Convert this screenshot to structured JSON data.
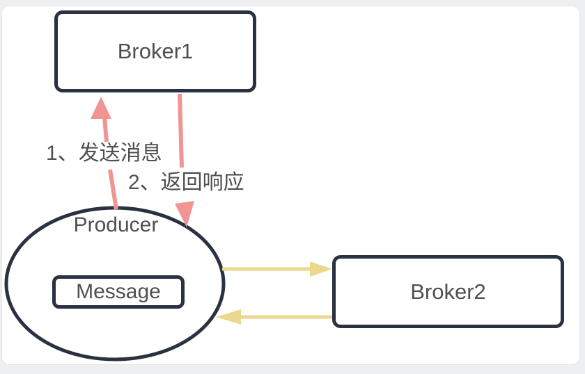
{
  "colors": {
    "page_bg": "#edeff0",
    "canvas_bg": "#ffffff",
    "canvas_border": "#e4e6e8",
    "node_border": "#2a3140",
    "node_fill": "#ffffff",
    "text": "#4f4f4f",
    "arrow_red": "#f09494",
    "arrow_yellow": "#ebd88e"
  },
  "diagram": {
    "nodes": {
      "broker1": {
        "label": "Broker1",
        "shape": "rectangle"
      },
      "broker2": {
        "label": "Broker2",
        "shape": "rectangle"
      },
      "producer": {
        "label": "Producer",
        "shape": "ellipse"
      },
      "message": {
        "label": "Message",
        "shape": "rounded-rectangle"
      }
    },
    "edges": {
      "send": {
        "label": "1、发送消息",
        "from": "Producer",
        "to": "Broker1",
        "color": "#f09494"
      },
      "response": {
        "label": "2、返回响应",
        "from": "Broker1",
        "to": "Producer",
        "color": "#f09494"
      },
      "request": {
        "label": "",
        "from": "Producer",
        "to": "Broker2",
        "color": "#ebd88e"
      },
      "reply": {
        "label": "",
        "from": "Broker2",
        "to": "Producer",
        "color": "#ebd88e"
      }
    }
  }
}
